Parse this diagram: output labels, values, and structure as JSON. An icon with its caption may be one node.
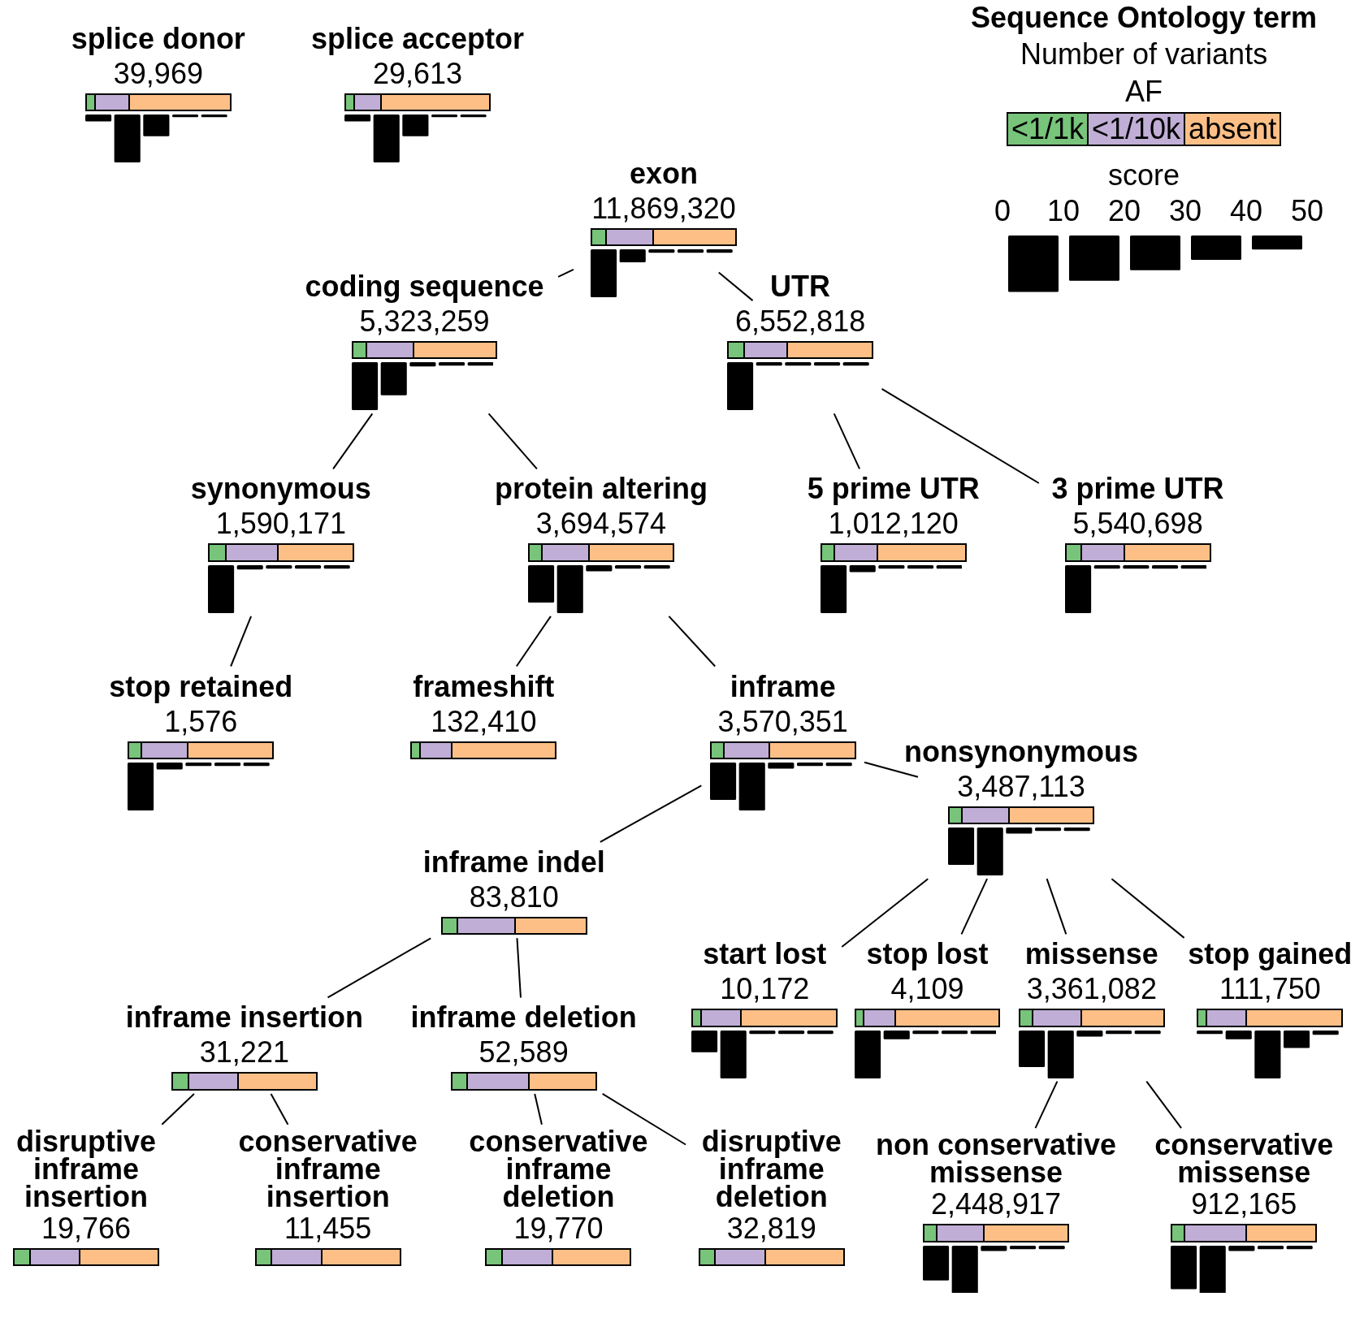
{
  "diagram": {
    "nodes": [
      {
        "text": [
          "splice donor",
          "39,969"
        ]
      },
      {
        "text": [
          "splice acceptor",
          "29,613"
        ]
      },
      {
        "text": [
          "exon",
          "11,869,320"
        ]
      },
      {
        "text": [
          "coding sequence",
          "5,323,259"
        ]
      },
      {
        "text": [
          "UTR",
          "6,552,818"
        ]
      },
      {
        "text": [
          "synonymous",
          "1,590,171"
        ]
      },
      {
        "text": [
          "protein altering",
          "3,694,574"
        ]
      },
      {
        "text": [
          "5 prime UTR",
          "1,012,120"
        ]
      },
      {
        "text": [
          "3 prime UTR",
          "5,540,698"
        ]
      },
      {
        "text": [
          "stop retained",
          "1,576"
        ]
      },
      {
        "text": [
          "frameshift",
          "132,410"
        ]
      },
      {
        "text": [
          "inframe",
          "3,570,351"
        ]
      },
      {
        "text": [
          "nonsynonymous",
          "3,487,113"
        ]
      },
      {
        "text": [
          "inframe indel",
          "83,810"
        ]
      },
      {
        "text": [
          "inframe insertion",
          "31,221"
        ]
      },
      {
        "text": [
          "inframe deletion",
          "52,589"
        ]
      },
      {
        "text": [
          "start lost",
          "10,172"
        ]
      },
      {
        "text": [
          "stop lost",
          "4,109"
        ]
      },
      {
        "text": [
          "missense",
          "3,361,082"
        ]
      },
      {
        "text": [
          "stop gained",
          "111,750"
        ]
      },
      {
        "text": [
          "disruptive inframe insertion",
          "19,766"
        ]
      },
      {
        "text": [
          "conservative inframe insertion",
          "11,455"
        ]
      },
      {
        "text": [
          "conservative inframe deletion",
          "19,770"
        ]
      },
      {
        "text": [
          "disruptive inframe deletion",
          "32,819"
        ]
      },
      {
        "text": [
          "non conservative missense",
          "2,448,917"
        ]
      },
      {
        "text": [
          "conservative missense",
          "912,165"
        ]
      }
    ],
    "edges": [
      {
        "from": 2,
        "to": 3,
        "arrow": "none"
      },
      {
        "from": 2,
        "to": 4,
        "arrow": "none"
      },
      {
        "from": 3,
        "to": 5,
        "arrow": "none"
      },
      {
        "from": 3,
        "to": 6,
        "arrow": "none"
      },
      {
        "from": 4,
        "to": 7,
        "arrow": "none"
      },
      {
        "from": 4,
        "to": 8,
        "arrow": "none"
      },
      {
        "from": 5,
        "to": 9,
        "arrow": "none"
      },
      {
        "from": 6,
        "to": 10,
        "arrow": "none"
      },
      {
        "from": 6,
        "to": 11,
        "arrow": "none"
      },
      {
        "from": 11,
        "to": 12,
        "arrow": "none"
      },
      {
        "from": 11,
        "to": 13,
        "arrow": "none"
      },
      {
        "from": 13,
        "to": 14,
        "arrow": "none"
      },
      {
        "from": 13,
        "to": 15,
        "arrow": "none"
      },
      {
        "from": 14,
        "to": 20,
        "arrow": "none"
      },
      {
        "from": 14,
        "to": 21,
        "arrow": "none"
      },
      {
        "from": 15,
        "to": 22,
        "arrow": "none"
      },
      {
        "from": 15,
        "to": 23,
        "arrow": "none"
      },
      {
        "from": 12,
        "to": 16,
        "arrow": "none"
      },
      {
        "from": 12,
        "to": 17,
        "arrow": "none"
      },
      {
        "from": 12,
        "to": 18,
        "arrow": "none"
      },
      {
        "from": 12,
        "to": 19,
        "arrow": "none"
      },
      {
        "from": 18,
        "to": 24,
        "arrow": "none"
      },
      {
        "from": 18,
        "to": 25,
        "arrow": "none"
      }
    ],
    "labels": [
      "Sequence Ontology term",
      "Number of variants",
      "AF",
      "score",
      "0",
      "10",
      "20",
      "30",
      "40",
      "50"
    ],
    "legend": [
      {
        "text": "<1/1k",
        "color": "#77c47a"
      },
      {
        "text": "<1/10k",
        "color": "#c0aed6"
      },
      {
        "text": "absent",
        "color": "#fdbf86"
      }
    ]
  }
}
